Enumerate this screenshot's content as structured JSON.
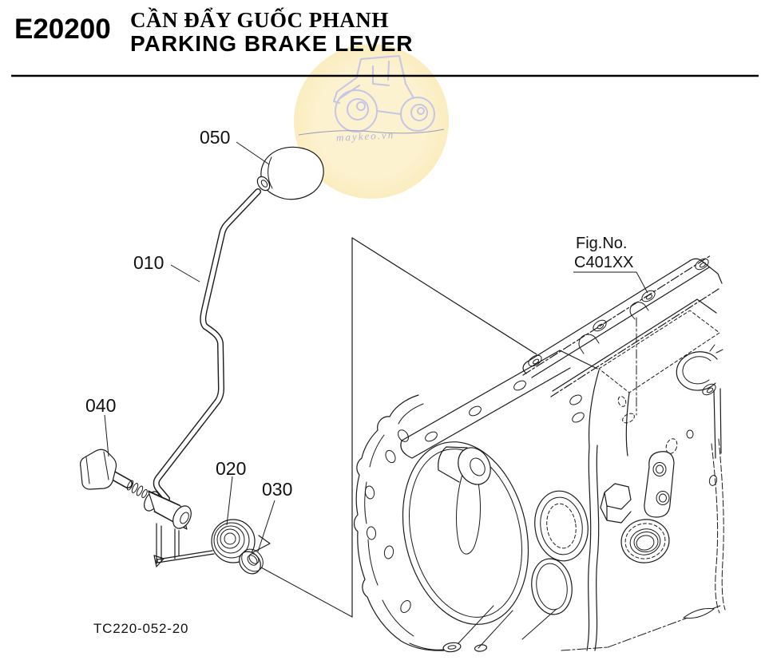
{
  "header": {
    "code": "E20200",
    "title_vi": "CẦN ĐẨY GUỐC PHANH",
    "title_en": "PARKING BRAKE LEVER"
  },
  "watermark": {
    "site": "maykeo.vn",
    "circle_color": "#F8E6AC",
    "art_color": "#C5C5E6"
  },
  "diagram": {
    "part_labels": [
      {
        "id": "050"
      },
      {
        "id": "010"
      },
      {
        "id": "040"
      },
      {
        "id": "020"
      },
      {
        "id": "030"
      }
    ],
    "fig_ref": {
      "label": "Fig.No.",
      "value": "C401XX"
    },
    "drawing_code": "TC220-052-20"
  }
}
